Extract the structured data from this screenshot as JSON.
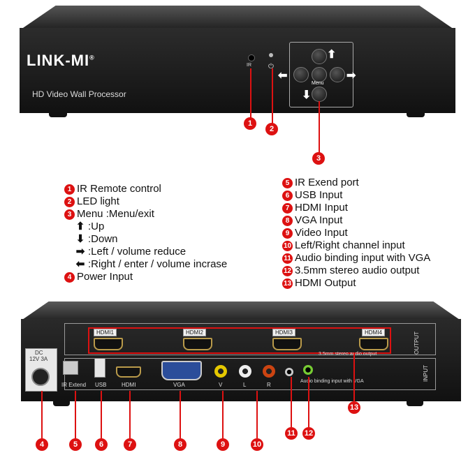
{
  "front": {
    "brand": "LINK-MI",
    "brand_mark": "®",
    "subtitle": "HD Video Wall Processor",
    "ir_label": "IR",
    "menu_label": "Menu"
  },
  "legend_left": [
    {
      "num": "1",
      "text": "IR Remote control"
    },
    {
      "num": "2",
      "text": "LED light"
    },
    {
      "num": "3",
      "text": "Menu :Menu/exit"
    }
  ],
  "menu_keys": [
    {
      "icon": "up-arrow-icon",
      "glyph": "⬆",
      "text": ":Up"
    },
    {
      "icon": "down-arrow-icon",
      "glyph": "⬇",
      "text": ":Down"
    },
    {
      "icon": "right-arrow-icon",
      "glyph": "➡",
      "text": ":Left / volume reduce"
    },
    {
      "icon": "left-arrow-icon",
      "glyph": "⬅",
      "text": ":Right / enter / volume incrase"
    }
  ],
  "legend_left_tail": {
    "num": "4",
    "text": "Power Input"
  },
  "legend_right": [
    {
      "num": "5",
      "text": "IR Exend port"
    },
    {
      "num": "6",
      "text": "USB Input"
    },
    {
      "num": "7",
      "text": "HDMI Input"
    },
    {
      "num": "8",
      "text": "VGA Input"
    },
    {
      "num": "9",
      "text": "Video Input"
    },
    {
      "num": "10",
      "text": "Left/Right channel input"
    },
    {
      "num": "11",
      "text": "Audio binding input with VGA"
    },
    {
      "num": "12",
      "text": "3.5mm stereo audio output"
    },
    {
      "num": "13",
      "text": "HDMI Output"
    }
  ],
  "rear": {
    "dc_label_1": "DC",
    "dc_label_2": "12V 3A",
    "hdmi_out": [
      "HDMI1",
      "HDMI2",
      "HDMI3",
      "HDMI4"
    ],
    "output_label": "OUTPUT",
    "input_label": "INPUT",
    "stereo_label": "3.5mm stereo audio output",
    "vga_audio_label": "Audio binding input with VGA",
    "ports": [
      "IR Extend",
      "USB",
      "HDMI",
      "VGA",
      "V",
      "L",
      "R"
    ]
  },
  "callouts_front": [
    "1",
    "2",
    "3"
  ],
  "callouts_rear": [
    "4",
    "5",
    "6",
    "7",
    "8",
    "9",
    "10",
    "11",
    "12",
    "13"
  ],
  "colors": {
    "callout": "#d11111",
    "device": "#1a1a1a",
    "hdmi_gold": "#b99a4a"
  }
}
